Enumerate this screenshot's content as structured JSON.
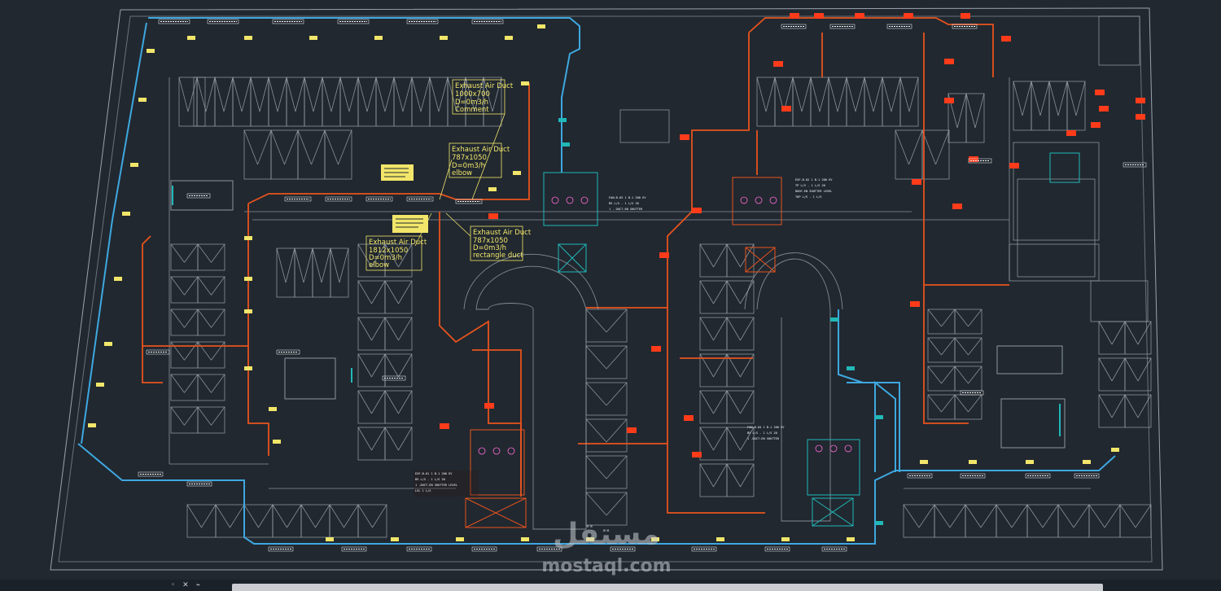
{
  "callouts": [
    {
      "lines": [
        "Exhaust Air Duct",
        "1000x700",
        "D=0m3/h",
        "Comment"
      ]
    },
    {
      "lines": [
        "Exhaust Air Duct",
        "787x1050",
        "D=0m3/h",
        "elbow"
      ]
    },
    {
      "lines": [
        "Exhaust Air Duct",
        "787x1050",
        "D=0m3/h",
        "rectangle duct"
      ]
    },
    {
      "lines": [
        "Exhaust Air Duct",
        "1812x1050",
        "D=0m3/h",
        "elbow"
      ]
    }
  ],
  "watermark": {
    "brand": "mostaql.com",
    "logo": "مستقل"
  },
  "colors": {
    "background": "#212830",
    "linework": "#9aa3ad",
    "exhaust_duct": "#e8531d",
    "fresh_duct": "#3ea8e0",
    "fan_unit": "#20b8b8",
    "callout": "#f2e66a",
    "equipment_tag": "#ff3b1a"
  },
  "icons": {
    "stair": "stair-icon",
    "exhaust_fan": "exhaust-fan-icon",
    "diffuser": "diffuser-icon"
  }
}
